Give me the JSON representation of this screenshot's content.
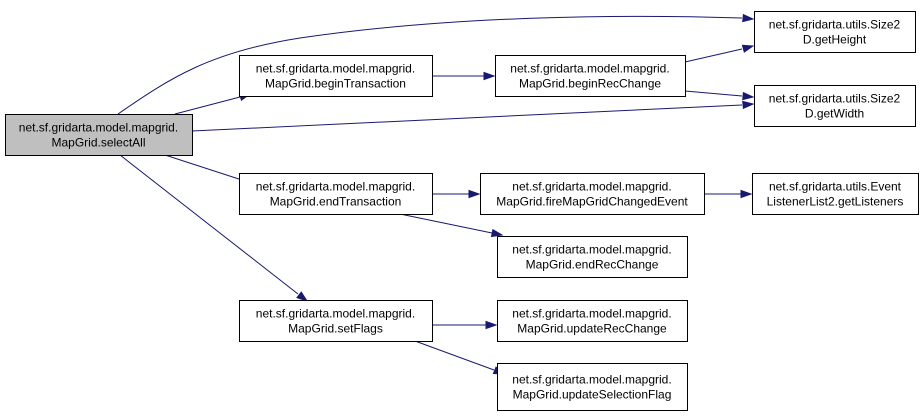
{
  "colors": {
    "node_fill": "#ffffff",
    "root_fill": "#bfbfbf",
    "border": "#000000",
    "edge": "#191970",
    "background": "#ffffff"
  },
  "nodes": {
    "selectAll": {
      "line1": "net.sf.gridarta.model.mapgrid.",
      "line2": "MapGrid.selectAll",
      "root": true
    },
    "beginTransaction": {
      "line1": "net.sf.gridarta.model.mapgrid.",
      "line2": "MapGrid.beginTransaction"
    },
    "endTransaction": {
      "line1": "net.sf.gridarta.model.mapgrid.",
      "line2": "MapGrid.endTransaction"
    },
    "setFlags": {
      "line1": "net.sf.gridarta.model.mapgrid.",
      "line2": "MapGrid.setFlags"
    },
    "beginRecChange": {
      "line1": "net.sf.gridarta.model.mapgrid.",
      "line2": "MapGrid.beginRecChange"
    },
    "fireMapGridChangedEvent": {
      "line1": "net.sf.gridarta.model.mapgrid.",
      "line2": "MapGrid.fireMapGridChangedEvent"
    },
    "endRecChange": {
      "line1": "net.sf.gridarta.model.mapgrid.",
      "line2": "MapGrid.endRecChange"
    },
    "updateRecChange": {
      "line1": "net.sf.gridarta.model.mapgrid.",
      "line2": "MapGrid.updateRecChange"
    },
    "updateSelectionFlag": {
      "line1": "net.sf.gridarta.model.mapgrid.",
      "line2": "MapGrid.updateSelectionFlag"
    },
    "getHeight": {
      "line1": "net.sf.gridarta.utils.Size2",
      "line2": "D.getHeight"
    },
    "getWidth": {
      "line1": "net.sf.gridarta.utils.Size2",
      "line2": "D.getWidth"
    },
    "getListeners": {
      "line1": "net.sf.gridarta.utils.Event",
      "line2": "ListenerList2.getListeners"
    }
  },
  "edges": [
    {
      "from": "selectAll",
      "to": "getHeight"
    },
    {
      "from": "selectAll",
      "to": "beginTransaction"
    },
    {
      "from": "selectAll",
      "to": "getWidth"
    },
    {
      "from": "selectAll",
      "to": "endTransaction"
    },
    {
      "from": "selectAll",
      "to": "setFlags"
    },
    {
      "from": "beginTransaction",
      "to": "beginRecChange"
    },
    {
      "from": "beginRecChange",
      "to": "getHeight"
    },
    {
      "from": "beginRecChange",
      "to": "getWidth"
    },
    {
      "from": "endTransaction",
      "to": "fireMapGridChangedEvent"
    },
    {
      "from": "endTransaction",
      "to": "endRecChange"
    },
    {
      "from": "fireMapGridChangedEvent",
      "to": "getListeners"
    },
    {
      "from": "setFlags",
      "to": "updateRecChange"
    },
    {
      "from": "setFlags",
      "to": "updateSelectionFlag"
    }
  ]
}
